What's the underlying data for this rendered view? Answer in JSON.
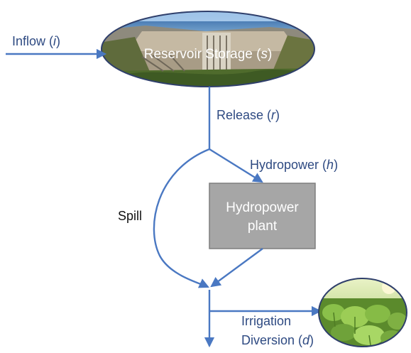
{
  "diagram": {
    "reservoir": {
      "label": "Reservoir Storage (s)",
      "prefix": "Reservoir Storage (",
      "var": "s",
      "suffix": ")"
    },
    "inflow": {
      "label": "Inflow (i)",
      "prefix": "Inflow (",
      "var": "i",
      "suffix": ")"
    },
    "release": {
      "label": "Release (r)",
      "prefix": "Release (",
      "var": "r",
      "suffix": ")"
    },
    "hydropower": {
      "label": "Hydropower (h)",
      "prefix": "Hydropower (",
      "var": "h",
      "suffix": ")"
    },
    "plant": {
      "line1": "Hydropower",
      "line2": "plant"
    },
    "spill": {
      "label": "Spill"
    },
    "irrigation": {
      "line1": "Irrigation",
      "line2_prefix": "Diversion (",
      "var": "d",
      "suffix": ")"
    },
    "colors": {
      "arrow": "#4a78c2",
      "label_text": "#2e4a82",
      "plant_box": "#a6a6a6",
      "plant_border": "#7f7f7f",
      "ellipse_border": "#2f3f6b"
    },
    "icons": [
      "dam-image",
      "crop-image"
    ]
  }
}
